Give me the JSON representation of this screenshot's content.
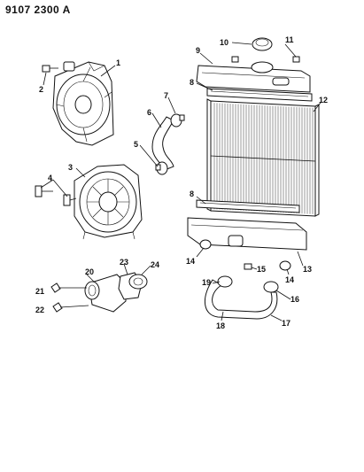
{
  "diagram": {
    "code": "9107 2300 A",
    "callouts": [
      {
        "id": "c1",
        "text": "1"
      },
      {
        "id": "c2",
        "text": "2"
      },
      {
        "id": "c3",
        "text": "3"
      },
      {
        "id": "c4",
        "text": "4"
      },
      {
        "id": "c5",
        "text": "5"
      },
      {
        "id": "c6",
        "text": "6"
      },
      {
        "id": "c7",
        "text": "7"
      },
      {
        "id": "c8a",
        "text": "8"
      },
      {
        "id": "c8b",
        "text": "8"
      },
      {
        "id": "c9",
        "text": "9"
      },
      {
        "id": "c10",
        "text": "10"
      },
      {
        "id": "c11",
        "text": "11"
      },
      {
        "id": "c12",
        "text": "12"
      },
      {
        "id": "c13",
        "text": "13"
      },
      {
        "id": "c14a",
        "text": "14"
      },
      {
        "id": "c14b",
        "text": "14"
      },
      {
        "id": "c15",
        "text": "15"
      },
      {
        "id": "c16",
        "text": "16"
      },
      {
        "id": "c17",
        "text": "17"
      },
      {
        "id": "c18",
        "text": "18"
      },
      {
        "id": "c19",
        "text": "19"
      },
      {
        "id": "c20",
        "text": "20"
      },
      {
        "id": "c21",
        "text": "21"
      },
      {
        "id": "c22",
        "text": "22"
      },
      {
        "id": "c23",
        "text": "23"
      },
      {
        "id": "c24",
        "text": "24"
      }
    ]
  }
}
